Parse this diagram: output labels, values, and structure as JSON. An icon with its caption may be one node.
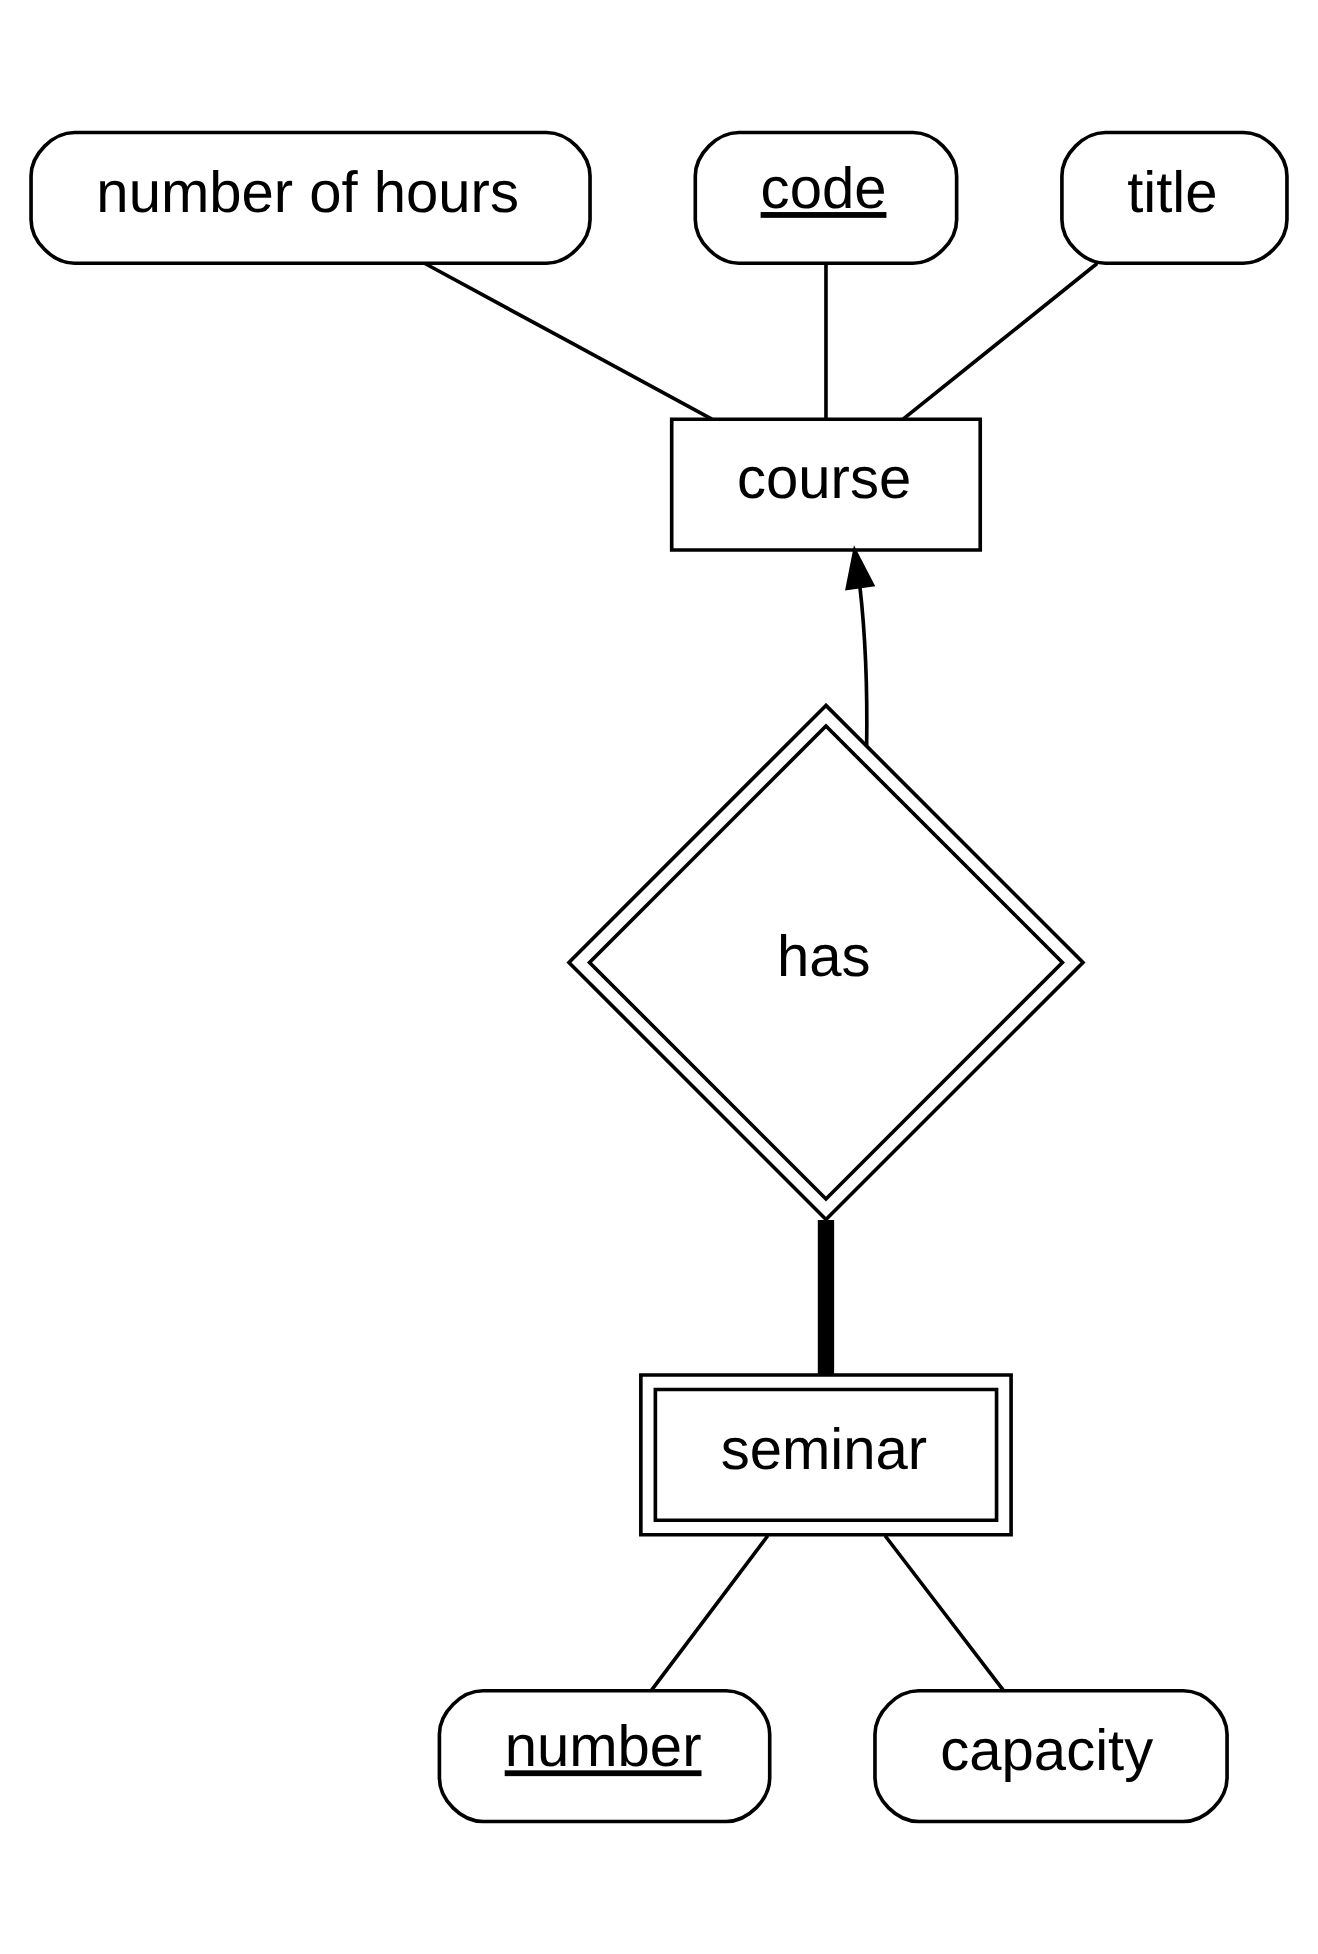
{
  "diagram": {
    "nodes": [
      {
        "text": [
          "number of hours"
        ]
      },
      {
        "text": [
          "code"
        ]
      },
      {
        "text": [
          "title"
        ]
      },
      {
        "text": [
          "course"
        ]
      },
      {
        "text": [
          "has"
        ]
      },
      {
        "text": [
          "seminar"
        ]
      },
      {
        "text": [
          "number"
        ]
      },
      {
        "text": [
          "capacity"
        ]
      }
    ],
    "edges": [
      {
        "from": 0,
        "to": 3,
        "arrow": "none"
      },
      {
        "from": 1,
        "to": 3,
        "arrow": "none"
      },
      {
        "from": 2,
        "to": 3,
        "arrow": "none"
      },
      {
        "from": 4,
        "to": 3,
        "arrow": "to"
      },
      {
        "from": 4,
        "to": 5,
        "arrow": "none",
        "style": "thick"
      },
      {
        "from": 5,
        "to": 6,
        "arrow": "none"
      },
      {
        "from": 5,
        "to": 7,
        "arrow": "none"
      }
    ]
  }
}
